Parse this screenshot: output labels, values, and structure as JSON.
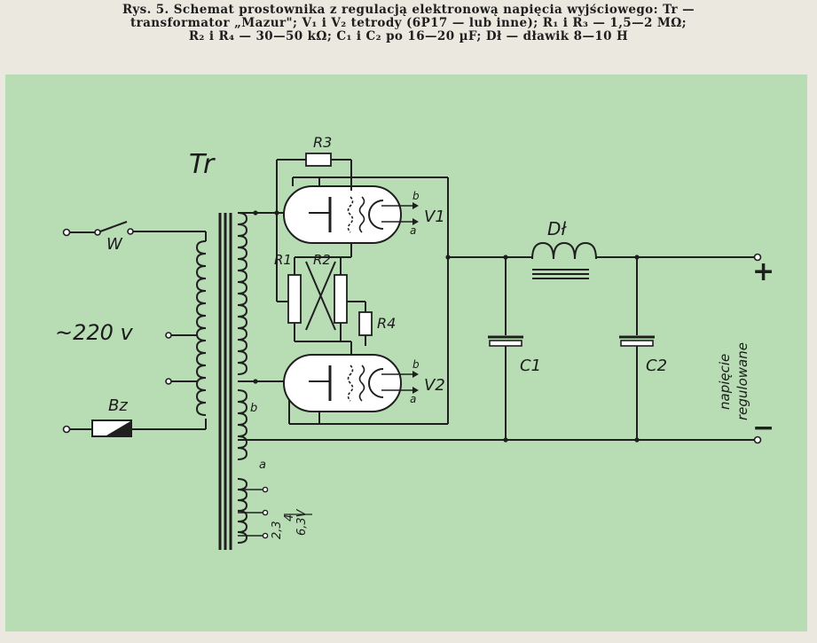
{
  "caption": {
    "line1": "Rys. 5. Schemat prostownika z regulacją elektronową napięcia wyjściowego: Tr —",
    "line2": "transformator „Mazur\"; V₁ i V₂ tetrody (6P17 — lub inne); R₁ i R₃ — 1,5—2 MΩ;",
    "line3": "R₂ i R₄ — 30—50 kΩ; C₁ i C₂ po 16—20 µF; Dł — dławik 8—10 H"
  },
  "labels": {
    "transformer": "Tr",
    "switch": "W",
    "mains": "~220 v",
    "fuse": "Bz",
    "r1": "R1",
    "r2": "R2",
    "r3": "R3",
    "r4": "R4",
    "v1": "V1",
    "v2": "V2",
    "pin_a": "a",
    "pin_b": "b",
    "choke": "Dł",
    "c1": "C1",
    "c2": "C2",
    "plus": "+",
    "minus": "−",
    "output_line1": "napięcie",
    "output_line2": "regulowane",
    "tap_23": "2,3",
    "tap_4": "4",
    "tap_63": "6,3V"
  },
  "colors": {
    "panel": "#b8dcb4",
    "page": "#ebe8df",
    "ink": "#1f1f1f"
  }
}
